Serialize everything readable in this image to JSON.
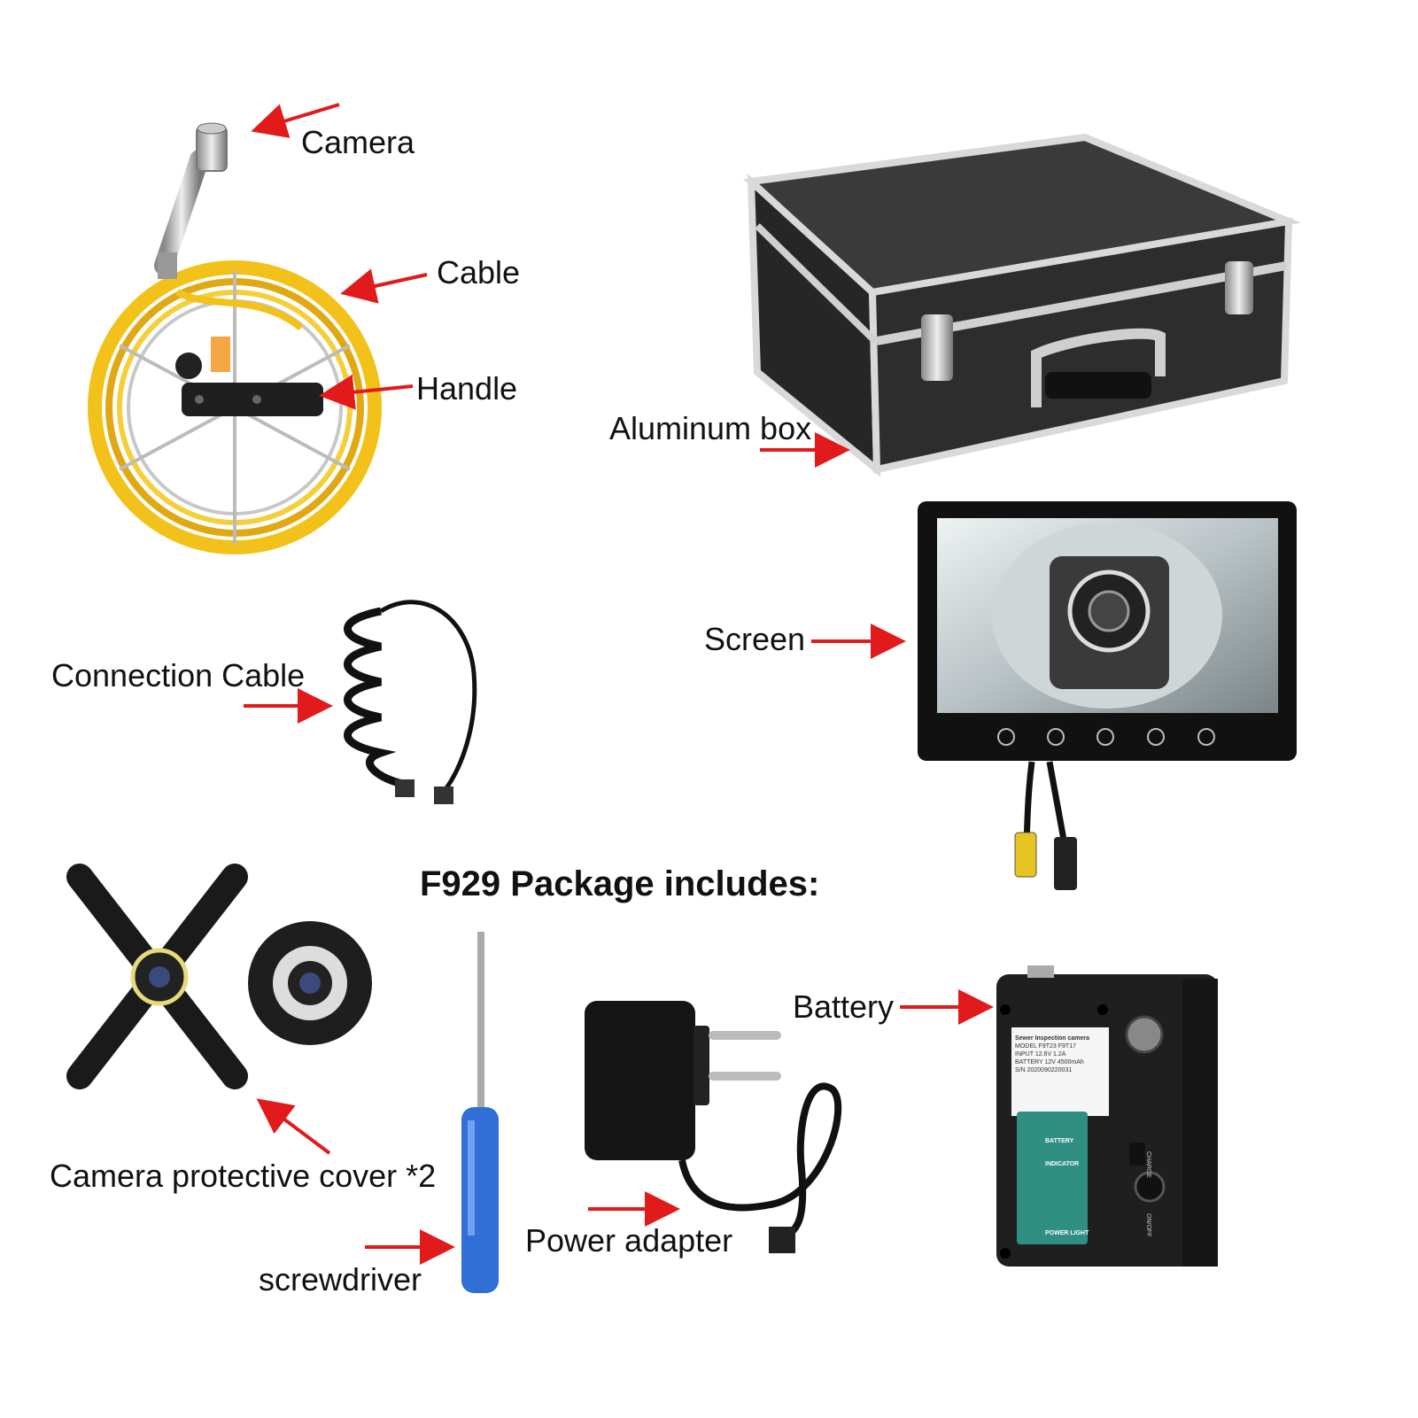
{
  "title": "F929 Package includes:",
  "labels": {
    "camera": "Camera",
    "cable": "Cable",
    "handle": "Handle",
    "aluminum_box": "Aluminum box",
    "screen": "Screen",
    "connection_cable": "Connection Cable",
    "camera_cover": "Camera protective cover *2",
    "battery": "Battery",
    "power_adapter": "Power adapter",
    "screwdriver": "screwdriver"
  },
  "battery_label": {
    "heading": "Sewer Inspection camera",
    "line1": "MODEL F9T23   F9T17",
    "line2": "INPUT 12.6V 1.2A",
    "line3": "BATTERY 12V 4500mAh",
    "line4": "S/N 2020090220031",
    "ind_battery": "BATTERY",
    "ind_indicator": "INDICATOR",
    "ind_power": "POWER LIGHT",
    "charge": "CHARGE",
    "on_off": "ON/OFF"
  },
  "colors": {
    "arrow": "#e11b1b",
    "reel": "#f2c21a",
    "case": "#2a2a2a",
    "screwdriver": "#2f6fd6"
  }
}
